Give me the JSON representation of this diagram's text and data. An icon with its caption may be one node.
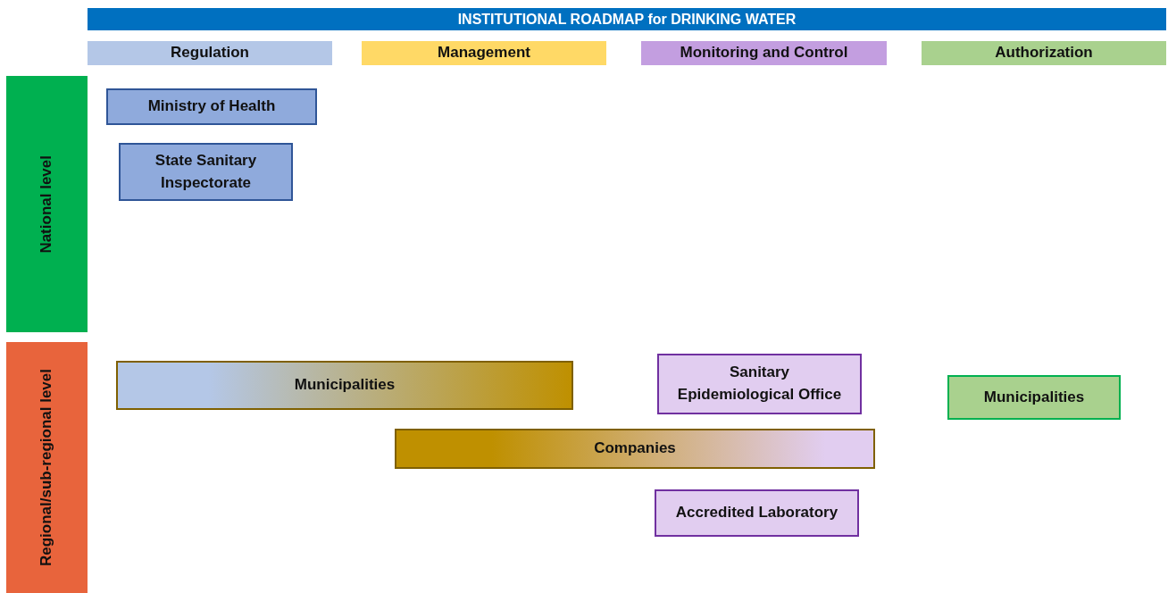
{
  "diagram": {
    "title": "INSTITUTIONAL ROADMAP for DRINKING WATER",
    "nodes": [
      {
        "text": [
          "Regulation"
        ]
      },
      {
        "text": [
          "Management"
        ]
      },
      {
        "text": [
          "Monitoring and Control"
        ]
      },
      {
        "text": [
          "Authorization"
        ]
      },
      {
        "text": [
          "National level"
        ]
      },
      {
        "text": [
          "Ministry of Health"
        ]
      },
      {
        "text": [
          "State Sanitary Inspectorate"
        ]
      },
      {
        "text": [
          "Regional/sub-regional level"
        ]
      },
      {
        "text": [
          "Municipalities"
        ]
      },
      {
        "text": [
          "Sanitary Epidemiological Office"
        ]
      },
      {
        "text": [
          "Municipalities"
        ]
      },
      {
        "text": [
          "Companies"
        ]
      },
      {
        "text": [
          "Accredited Laboratory"
        ]
      }
    ],
    "edges": []
  }
}
